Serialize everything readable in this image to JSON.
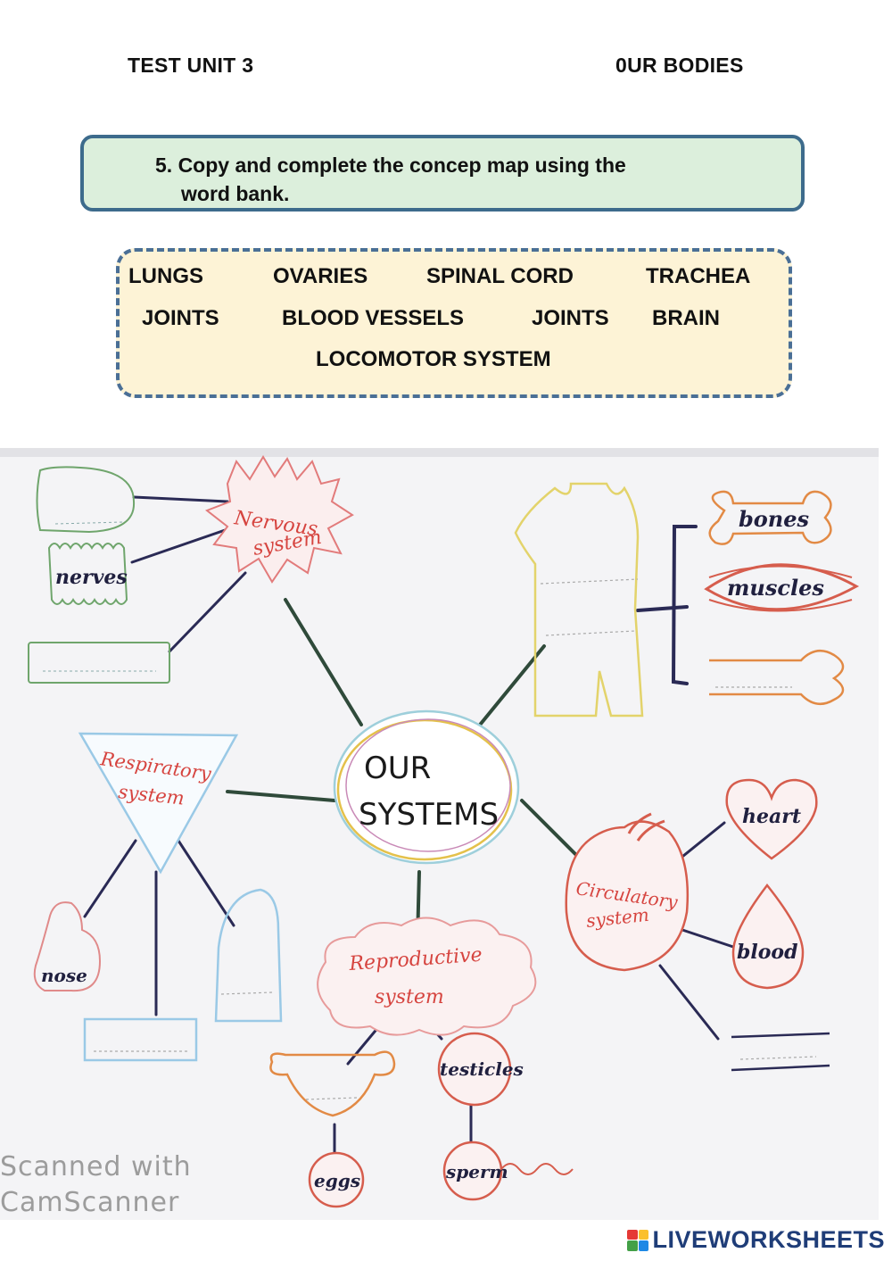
{
  "header": {
    "left": "TEST UNIT 3",
    "right": "0UR BODIES"
  },
  "instruction": {
    "line1": "5. Copy and complete the concep map using the",
    "line2": "word bank."
  },
  "word_bank": [
    "LUNGS",
    "OVARIES",
    "SPINAL CORD",
    "TRACHEA",
    "JOINTS",
    "BLOOD VESSELS",
    "JOINTS",
    "BRAIN",
    "LOCOMOTOR SYSTEM"
  ],
  "concept_map": {
    "center": {
      "line1": "OUR",
      "line2": "SYSTEMS"
    },
    "nervous": {
      "line1": "Nervous",
      "line2": "system",
      "children": [
        "nerves"
      ]
    },
    "respiratory": {
      "line1": "Respiratory",
      "line2": "system",
      "children": [
        "nose"
      ]
    },
    "reproductive": {
      "line1": "Reproductive",
      "line2": "system",
      "children": [
        "testicles",
        "eggs",
        "sperm"
      ]
    },
    "circulatory": {
      "line1": "Circulatory",
      "line2": "system",
      "children": [
        "heart",
        "blood"
      ]
    },
    "locomotor": {
      "children": [
        "bones",
        "muscles"
      ]
    }
  },
  "scanner_watermark": {
    "line1": "Scanned with",
    "line2": "CamScanner"
  },
  "footer": {
    "brand": "LIVEWORKSHEETS",
    "logo_colors": [
      "#e53935",
      "#fbc02d",
      "#43a047",
      "#1e88e5"
    ]
  },
  "colors": {
    "instruction_bg": "#dcefdc",
    "instruction_border": "#3d6b8c",
    "bank_bg": "#fdf3d6",
    "bank_border": "#4a6f96",
    "brand": "#1f3d78"
  }
}
